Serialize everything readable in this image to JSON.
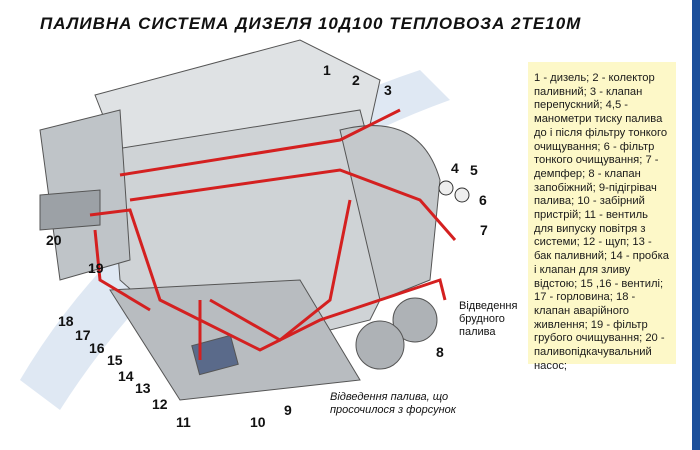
{
  "title": "ПАЛИВНА СИСТЕМА ДИЗЕЛЯ 10Д100 ТЕПЛОВОЗА 2ТЕ10М",
  "legend": "1 - дизель; 2 - колектор паливний; 3 - клапан перепускний; 4,5 - манометри тиску палива до і після фільтру тонкого очищування; 6 - фільтр тонкого очищування; 7 - демпфер; 8 - клапан запобіжний; 9-підігрівач палива; 10 - забірний пристрій; 11 - вентиль для випуску повітря з системи; 12 - щуп; 13 - бак паливний; 14 - пробка і клапан для зливу відстою; 15 ,16 - вентилі; 17 - горловина; 18 - клапан аварійного живлення; 19 - фільтр грубого очищування; 20 - паливопідкачувальний насос;",
  "labels": [
    "1",
    "2",
    "3",
    "4",
    "5",
    "6",
    "7",
    "8",
    "9",
    "10",
    "11",
    "12",
    "13",
    "14",
    "15",
    "16",
    "17",
    "18",
    "19",
    "20"
  ],
  "notes": {
    "dirty_fuel": "Відведення брудного палива",
    "injector_leak": "Відведення палива, що просочилося з форсунок"
  },
  "colors": {
    "fuel_line": "#d42020",
    "border": "#1d4f9a",
    "legend_bg": "#fdf8c8"
  }
}
